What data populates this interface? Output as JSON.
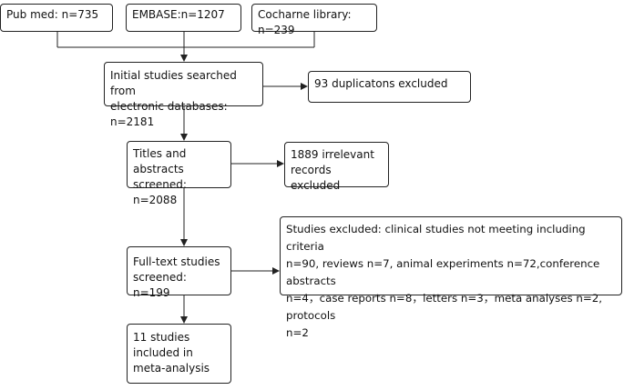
{
  "boxes": {
    "pubmed": "Pub med: n=735",
    "embase": "EMBASE:n=1207",
    "cochrane": "Cocharne library: n=239",
    "initial": "Initial studies searched from\nelectronic databases: n=2181",
    "duplicates": "93 duplicatons excluded",
    "titles": "Titles and abstracts\nscreened: n=2088",
    "irrelevant": "1889 irrelevant\nrecords excluded",
    "fulltext": "Full-text studies\nscreened: n=199",
    "excluded": "Studies excluded: clinical studies not meeting including criteria\nn=90, reviews n=7, animal experiments n=72,conference abstracts\nn=4，case reports n=8，letters n=3，meta analyses n=2, protocols\nn=2",
    "included": "11 studies\nincluded in\nmeta-analysis"
  }
}
